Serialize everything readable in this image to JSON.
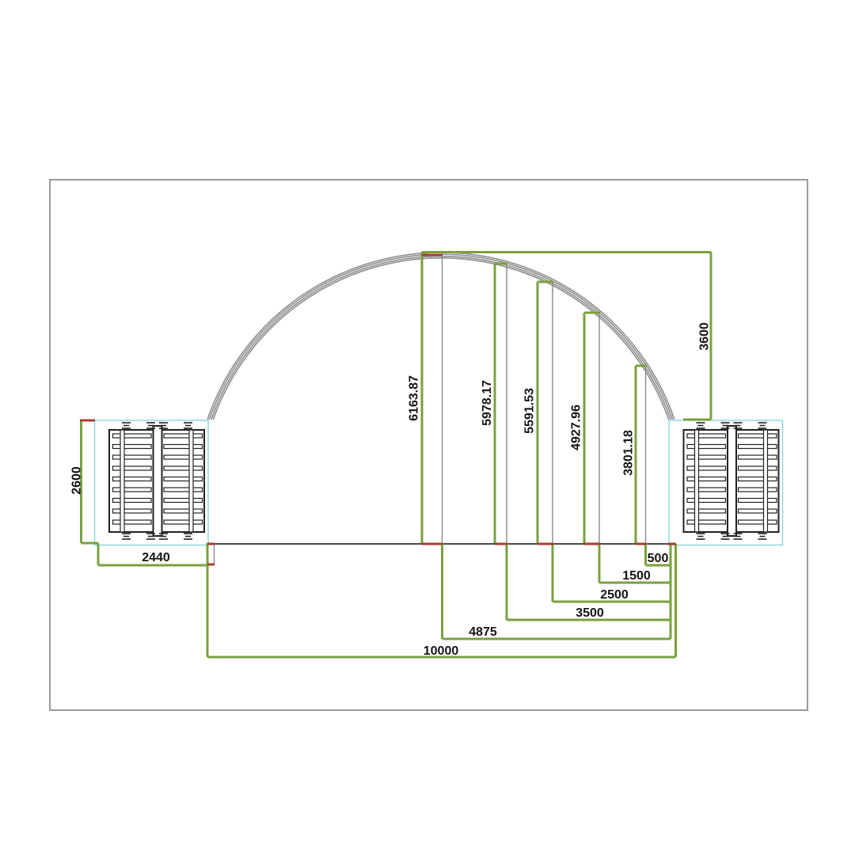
{
  "diagram": {
    "colors": {
      "green": "#78A23F",
      "cyan": "#8FD8DF",
      "red": "#A8402F",
      "dark": "#222222",
      "arch": "#8F8F8F",
      "ground": "#4A4A4A",
      "border": "#9A9A9A",
      "label": "#141414"
    },
    "height_dims": {
      "h6163": "6163.87",
      "h5978": "5978.17",
      "h5591": "5591.53",
      "h4927": "4927.96",
      "h3801": "3801.18",
      "h3600": "3600",
      "h2600": "2600"
    },
    "width_dims": {
      "w2440": "2440",
      "w500": "500",
      "w1500": "1500",
      "w2500": "2500",
      "w3500": "3500",
      "w4875": "4875",
      "w10000": "10000"
    }
  }
}
